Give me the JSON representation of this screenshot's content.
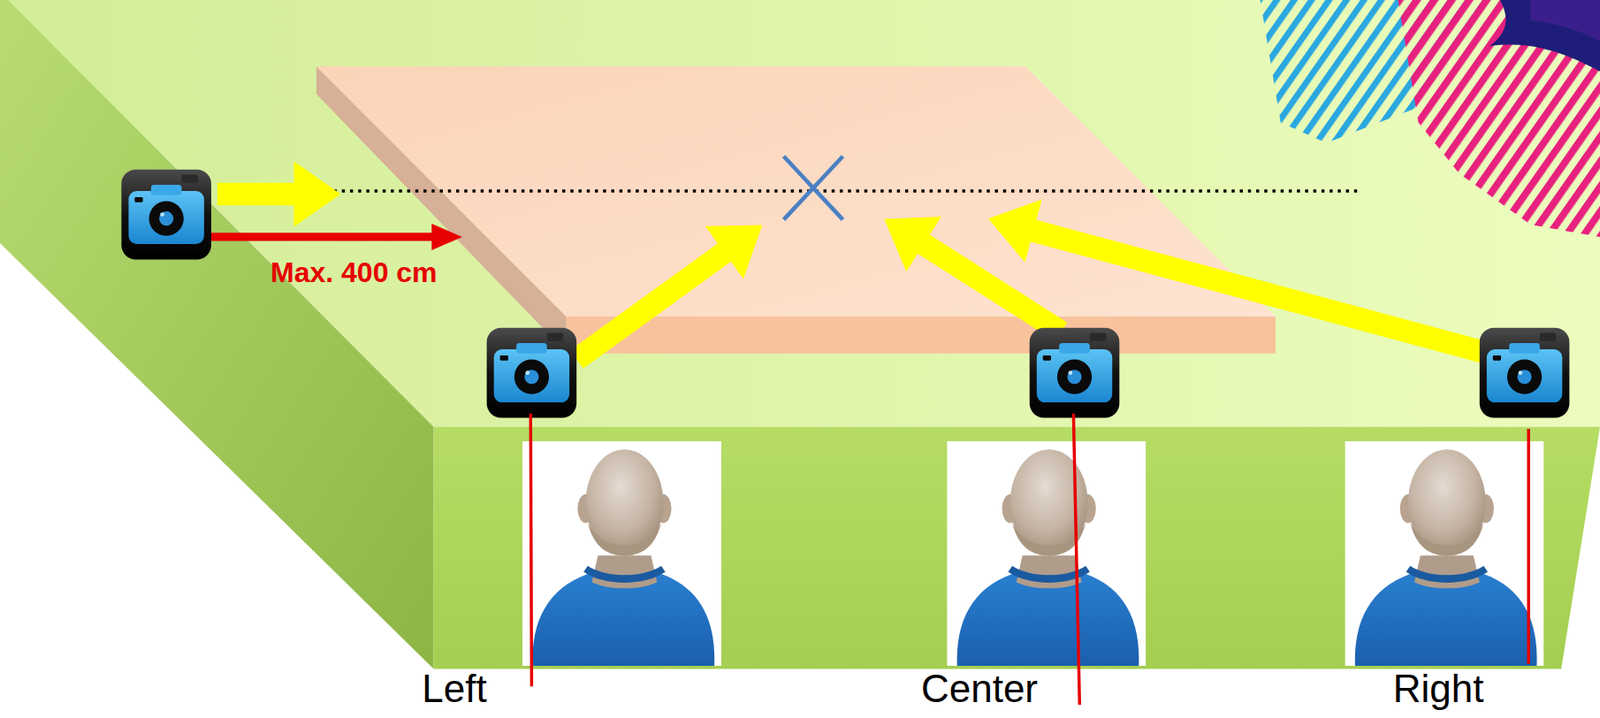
{
  "diagram": {
    "labels": [
      "Max. 400 cm",
      "Left",
      "Center",
      "Right"
    ]
  }
}
